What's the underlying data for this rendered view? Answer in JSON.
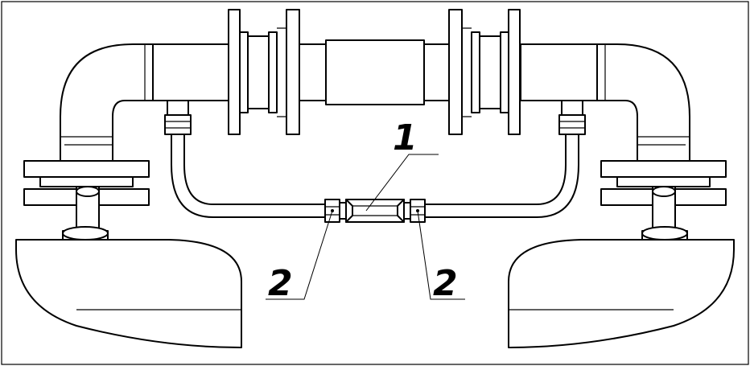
{
  "callouts": {
    "tube_label": "1",
    "fitting_left_label": "2",
    "fitting_right_label": "2"
  },
  "colors": {
    "stroke": "#000000",
    "background": "#ffffff"
  }
}
